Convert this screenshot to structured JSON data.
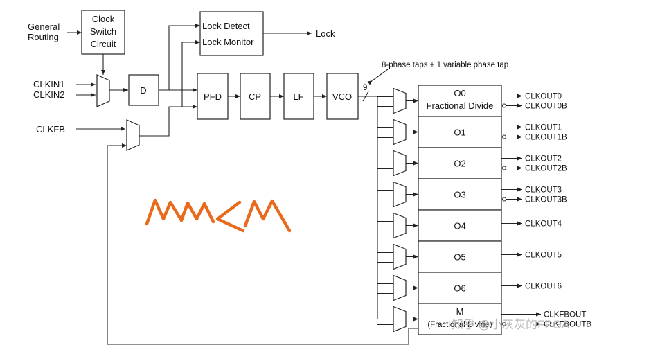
{
  "inputs": {
    "general_routing": [
      "General",
      "Routing"
    ],
    "clkin1": "CLKIN1",
    "clkin2": "CLKIN2",
    "clkfb": "CLKFB"
  },
  "blocks": {
    "clock_switch": [
      "Clock",
      "Switch",
      "Circuit"
    ],
    "d": "D",
    "lock_detect": "Lock Detect",
    "lock_monitor": "Lock Monitor",
    "lock_out": "Lock",
    "pfd": "PFD",
    "cp": "CP",
    "lf": "LF",
    "vco": "VCO",
    "bus_width": "9",
    "taps_note": "8-phase taps + 1 variable phase tap"
  },
  "dividers": [
    {
      "name": "O0",
      "sub": "Fractional Divide",
      "out": "CLKOUT0",
      "outb": "CLKOUT0B"
    },
    {
      "name": "O1",
      "sub": "",
      "out": "CLKOUT1",
      "outb": "CLKOUT1B"
    },
    {
      "name": "O2",
      "sub": "",
      "out": "CLKOUT2",
      "outb": "CLKOUT2B"
    },
    {
      "name": "O3",
      "sub": "",
      "out": "CLKOUT3",
      "outb": "CLKOUT3B"
    },
    {
      "name": "O4",
      "sub": "",
      "out": "CLKOUT4",
      "outb": ""
    },
    {
      "name": "O5",
      "sub": "",
      "out": "CLKOUT5",
      "outb": ""
    },
    {
      "name": "O6",
      "sub": "",
      "out": "CLKOUT6",
      "outb": ""
    },
    {
      "name": "M",
      "sub": "(Fractional Divide)",
      "out": "CLKFBOUT",
      "outb": "CLKFBOUTB"
    }
  ],
  "watermark": "知乎 @小灰灰的FPGA",
  "annotation": {
    "text": "MMCM",
    "color": "#e86a1c"
  }
}
